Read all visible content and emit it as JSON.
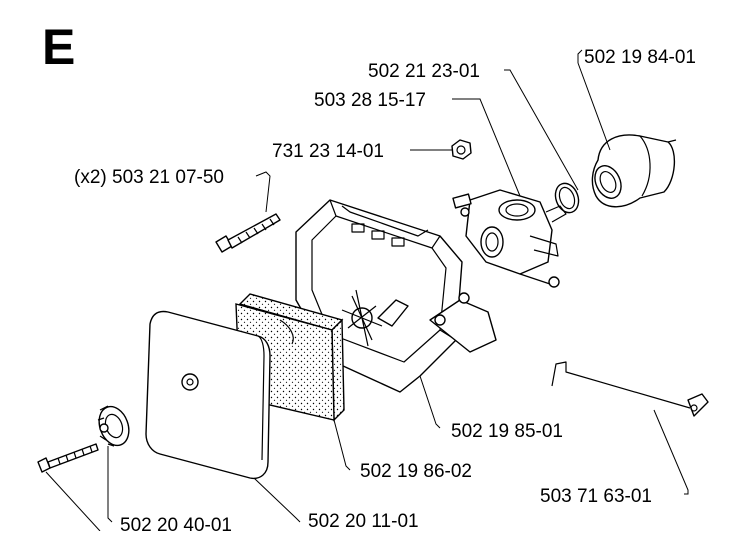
{
  "section_letter": "E",
  "parts": {
    "p_502_21_23_01": "502 21 23-01",
    "p_502_19_84_01": "502 19 84-01",
    "p_503_28_15_17": "503 28 15-17",
    "p_731_23_14_01": "731 23 14-01",
    "p_503_21_07_50": "(x2) 503 21 07-50",
    "p_502_19_85_01": "502 19 85-01",
    "p_502_19_86_02": "502 19 86-02",
    "p_503_71_63_01": "503 71 63-01",
    "p_502_20_40_01": "502 20 40-01",
    "p_502_20_11_01": "502 20 11-01"
  }
}
